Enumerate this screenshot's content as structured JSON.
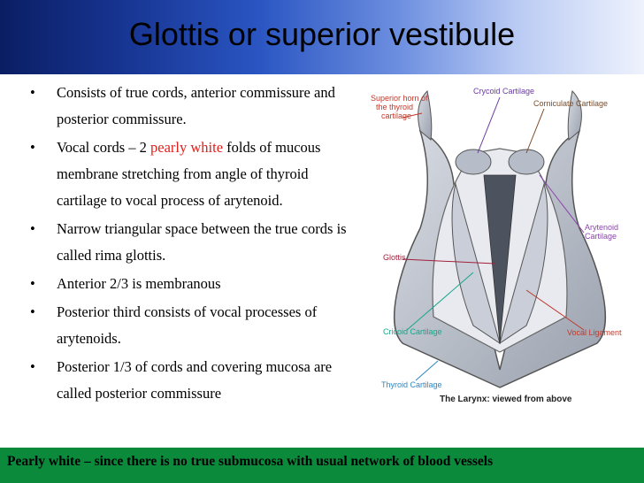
{
  "title": "Glottis or superior vestibule",
  "bullets": [
    {
      "text": "Consists of true cords, anterior commissure and posterior commissure."
    },
    {
      "before": "Vocal cords – 2 ",
      "highlight": "pearly white",
      "after": " folds of mucous membrane stretching from angle of thyroid cartilage to vocal process of arytenoid."
    },
    {
      "text": "Narrow triangular space between the true cords is called rima glottis."
    },
    {
      "text": "Anterior 2/3 is membranous"
    },
    {
      "text": "Posterior third consists of vocal processes of arytenoids."
    },
    {
      "text": "Posterior 1/3 of cords and covering mucosa are called posterior commissure"
    }
  ],
  "bullet_symbol": "•",
  "figure": {
    "labels": {
      "superior_horn": [
        "Superior horn of",
        "the thyroid",
        "cartilage"
      ],
      "cricoid_top": "Crycoid Cartilage",
      "corniculate": "Corniculate Cartilage",
      "arytenoid": [
        "Arytenoid",
        "Cartilage"
      ],
      "glottis": "Glottis",
      "cricoid_bottom": "Cricoid Cartilage",
      "vocal_ligament": "Vocal Ligament",
      "thyroid": "Thyroid Cartilage"
    },
    "caption": "The Larynx: viewed from above"
  },
  "footer": "Pearly white – since there is no true submucosa with usual network of blood vessels",
  "colors": {
    "title_bar_start": "#0a1e63",
    "title_bar_end": "#eef2fc",
    "footer_bg": "#0b8a3c",
    "highlight": "#e0201c"
  }
}
